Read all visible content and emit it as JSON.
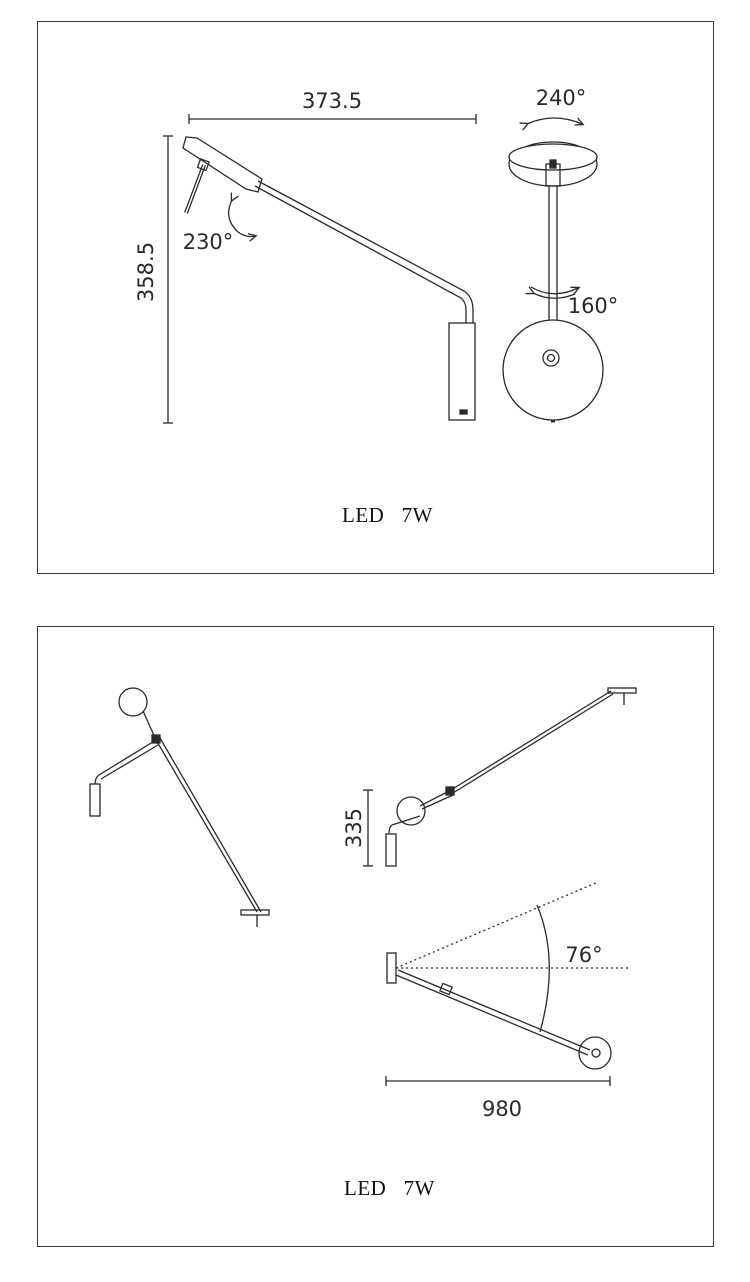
{
  "panels": [
    {
      "id": "dimensions",
      "dimensions": {
        "width": "373.5",
        "height": "358.5",
        "head_tilt": "230°",
        "canopy_rotation": "240°",
        "arm_rotation": "160°"
      },
      "spec": "LED   7W"
    },
    {
      "id": "reach",
      "dimensions": {
        "drop": "335",
        "swing_angle": "76°",
        "reach": "980"
      },
      "spec": "LED   7W"
    }
  ],
  "colors": {
    "line": "#2a2a2a",
    "frame": "#3a3a3a",
    "background": "#ffffff"
  }
}
